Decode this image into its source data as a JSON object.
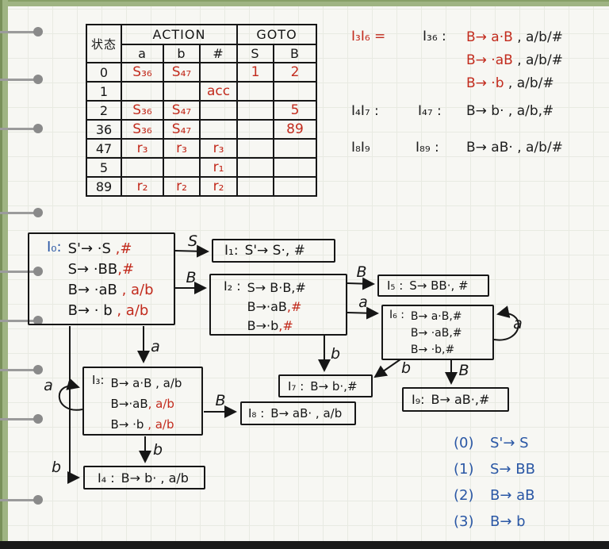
{
  "parse_table": {
    "state_header": "状态",
    "action_header": "ACTION",
    "goto_header": "GOTO",
    "terminals": [
      "a",
      "b",
      "#"
    ],
    "nonterminals": [
      "S",
      "B"
    ],
    "rows": [
      {
        "state": "0",
        "cells": [
          "S₃₆",
          "S₄₇",
          "",
          "1",
          "2"
        ]
      },
      {
        "state": "1",
        "cells": [
          "",
          "",
          "acc",
          "",
          ""
        ]
      },
      {
        "state": "2",
        "cells": [
          "S₃₆",
          "S₄₇",
          "",
          "",
          "5"
        ]
      },
      {
        "state": "36",
        "cells": [
          "S₃₆",
          "S₄₇",
          "",
          "",
          "89"
        ]
      },
      {
        "state": "47",
        "cells": [
          "r₃",
          "r₃",
          "r₃",
          "",
          ""
        ]
      },
      {
        "state": "5",
        "cells": [
          "",
          "",
          "r₁",
          "",
          ""
        ]
      },
      {
        "state": "89",
        "cells": [
          "r₂",
          "r₂",
          "r₂",
          "",
          ""
        ]
      }
    ]
  },
  "merge_notes": {
    "m36": {
      "pair": "I₃I₆ =",
      "merged": "I₃₆ :",
      "items": [
        {
          "core": "B→ a·B",
          "look": " , a/b/#"
        },
        {
          "core": "B→ ·aB",
          "look": " , a/b/#"
        },
        {
          "core": "B→ ·b",
          "look": " , a/b/#"
        }
      ]
    },
    "m47": {
      "pair": "I₄I₇ :",
      "merged": "I₄₇ :",
      "item": "B→ b· , a/b,#"
    },
    "m89": {
      "pair": "I₈I₉",
      "merged": "I₈₉ :",
      "item": "B→ aB· , a/b/#"
    }
  },
  "automaton": {
    "states": [
      {
        "id": "I0",
        "label": "I₀:",
        "lines": [
          {
            "core": "S'→ ·S",
            "look": " ,#"
          },
          {
            "core": "S→ ·BB",
            "look": ",#"
          },
          {
            "core": "B→ ·aB",
            "look": " , a/b"
          },
          {
            "core": "B→ · b",
            "look": " , a/b"
          }
        ]
      },
      {
        "id": "I1",
        "label": "I₁:",
        "lines": [
          {
            "core": "S'→ S·, #",
            "look": ""
          }
        ]
      },
      {
        "id": "I2",
        "label": "I₂ :",
        "lines": [
          {
            "core": "S→ B·B,#",
            "look": ""
          },
          {
            "core": "B→·aB",
            "look": ",#"
          },
          {
            "core": "B→·b",
            "look": ",#"
          }
        ]
      },
      {
        "id": "I3",
        "label": "I₃:",
        "lines": [
          {
            "core": "B→ a·B , a/b",
            "look": ""
          },
          {
            "core": "B→·aB",
            "look": ", a/b"
          },
          {
            "core": "B→ ·b ",
            "look": ", a/b"
          }
        ]
      },
      {
        "id": "I4",
        "label": "I₄ :",
        "lines": [
          {
            "core": "B→ b· , a/b",
            "look": ""
          }
        ]
      },
      {
        "id": "I5",
        "label": "I₅ :",
        "lines": [
          {
            "core": "S→ BB·, #",
            "look": ""
          }
        ]
      },
      {
        "id": "I6",
        "label": "I₆ :",
        "lines": [
          {
            "core": "B→ a·B,#",
            "look": ""
          },
          {
            "core": "B→ ·aB,#",
            "look": ""
          },
          {
            "core": "B→ ·b,#",
            "look": ""
          }
        ]
      },
      {
        "id": "I7",
        "label": "I₇ :",
        "lines": [
          {
            "core": "B→ b·,#",
            "look": ""
          }
        ]
      },
      {
        "id": "I8",
        "label": "I₈ :",
        "lines": [
          {
            "core": "B→ aB· , a/b",
            "look": ""
          }
        ]
      },
      {
        "id": "I9",
        "label": "I₉:",
        "lines": [
          {
            "core": "B→ aB·,#",
            "look": ""
          }
        ]
      }
    ],
    "edges": [
      {
        "from": "I0",
        "to": "I1",
        "label": "S"
      },
      {
        "from": "I0",
        "to": "I2",
        "label": "B"
      },
      {
        "from": "I0",
        "to": "I3",
        "label": "a"
      },
      {
        "from": "I0",
        "to": "I4",
        "label": "b"
      },
      {
        "from": "I2",
        "to": "I5",
        "label": "B"
      },
      {
        "from": "I2",
        "to": "I6",
        "label": "a"
      },
      {
        "from": "I2",
        "to": "I7",
        "label": "b"
      },
      {
        "from": "I6",
        "to": "I6",
        "label": "a"
      },
      {
        "from": "I6",
        "to": "I7",
        "label": "b"
      },
      {
        "from": "I6",
        "to": "I9",
        "label": "B"
      },
      {
        "from": "I3",
        "to": "I8",
        "label": "B"
      },
      {
        "from": "I3",
        "to": "I4",
        "label": "b"
      },
      {
        "from": "I3",
        "to": "I3",
        "label": "a"
      }
    ]
  },
  "grammar": {
    "productions": [
      {
        "num": "(0)",
        "rule": "S'→ S"
      },
      {
        "num": "(1)",
        "rule": "S→ BB"
      },
      {
        "num": "(2)",
        "rule": "B→ aB"
      },
      {
        "num": "(3)",
        "rule": "B→ b"
      }
    ]
  },
  "colors": {
    "ink": "#161616",
    "red": "#c22b1d",
    "blue": "#2a57a5",
    "paper": "#f7f7f3",
    "binding_green": "#9fb483"
  }
}
